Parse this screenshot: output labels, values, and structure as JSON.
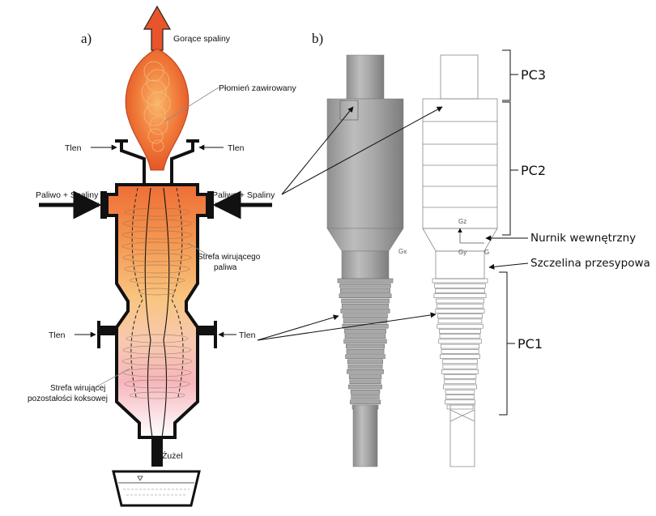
{
  "panel_a": {
    "label": "a)",
    "hot_gases": "Gorące spaliny",
    "swirl_flame": "Płomień zawirowany",
    "oxygen_top_left": "Tlen",
    "oxygen_top_right": "Tlen",
    "fuel_left": "Paliwo + Spaliny",
    "fuel_right": "Paliwo + Spaliny",
    "fuel_zone_line1": "Strefa wirującego",
    "fuel_zone_line2": "paliwa",
    "oxygen_mid_left": "Tlen",
    "oxygen_mid_right": "Tlen",
    "coke_zone_line1": "Strefa wirującej",
    "coke_zone_line2": "pozostałości koksowej",
    "slag": "Żużel"
  },
  "panel_b": {
    "label": "b)",
    "pc3": "PC3",
    "pc2": "PC2",
    "pc1": "PC1",
    "inner_punch": "Nurnik wewnętrzny",
    "gap": "Szczelina przesypowa",
    "axis_z": "Gz",
    "axis_x": "Gx",
    "axis_y": "Gy",
    "axis_g": "G"
  },
  "colors": {
    "flame_outer": "#e8552a",
    "flame_inner": "#f6a04a",
    "chamber_top": "#f08040",
    "chamber_mid": "#f7c680",
    "chamber_low": "#f6b0b0",
    "mesh_gray": "#a8a8a8"
  }
}
